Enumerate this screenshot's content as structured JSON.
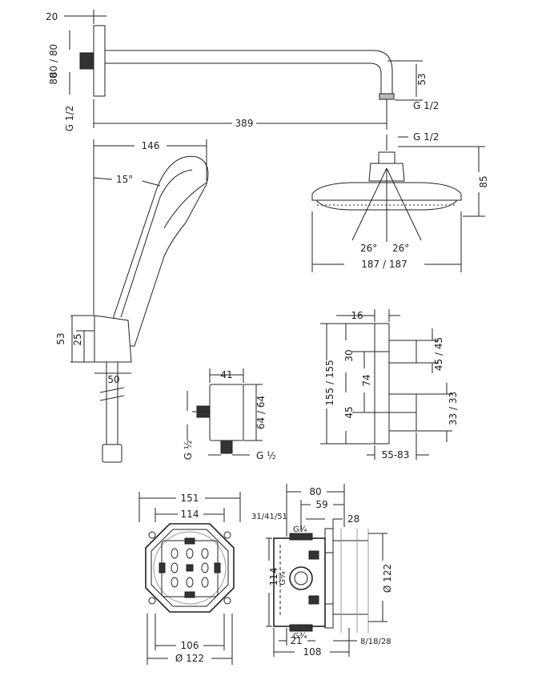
{
  "dims": {
    "arm_wall_thickness": "20",
    "arm_height_a": "80 / 80",
    "arm_height_b": "80",
    "arm_thread_left": "G 1/2",
    "arm_drop": "53",
    "arm_thread_right": "G 1/2",
    "arm_length": "389",
    "head_thread": "G 1/2",
    "head_height": "85",
    "spray_angle_left": "26°",
    "spray_angle_right": "26°",
    "head_diameter": "187 / 187",
    "hand_length": "146",
    "hand_angle": "15°",
    "holder_height": "53",
    "holder_axis": "25",
    "holder_width": "50",
    "outlet_width": "41",
    "outlet_height": "64 / 64",
    "outlet_thread_v": "G ½",
    "outlet_thread_h": "G ½",
    "plate_offset": "16",
    "plate_height": "155 / 155",
    "knob_top_gap": "30",
    "knob_distance": "74",
    "knob_bottom_gap": "45",
    "knob_top_size": "45 / 45",
    "knob_bottom_size": "33 / 33",
    "plate_depth": "55-83",
    "box_outer": "151",
    "box_inner": "114",
    "box_bottom": "106",
    "box_diameter": "Ø 122",
    "side_depth_total": "80",
    "side_depth_partial": "59",
    "side_depth_options": "31/41/51",
    "side_thread_top": "G¾",
    "side_flange": "28",
    "side_height": "114",
    "side_thread_mid": "G¾",
    "side_diameter": "Ø 122",
    "side_thread_bottom": "G¾",
    "side_bottom_offset": "21",
    "side_bottom_options": "8/18/28",
    "side_bottom_total": "108"
  },
  "colors": {
    "line": "#222222",
    "fill_dark": "#333333",
    "fill_mid": "#bbbbbb"
  }
}
